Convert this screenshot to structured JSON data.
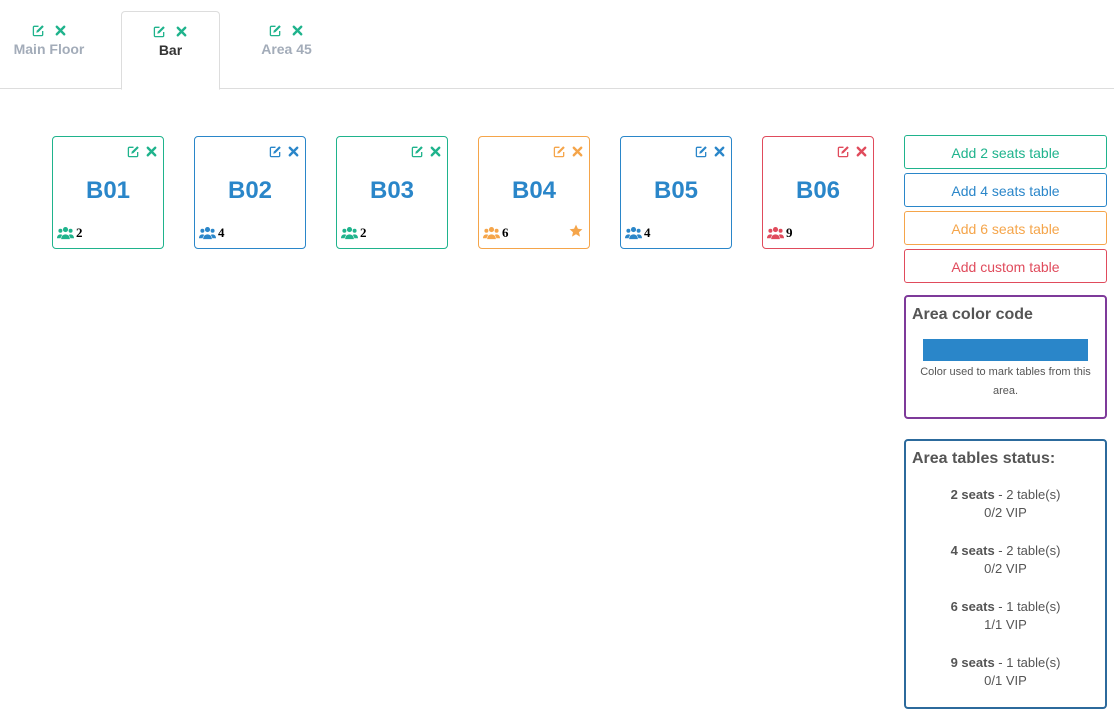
{
  "tabs": [
    {
      "label": "Main Floor",
      "active": false
    },
    {
      "label": "Bar",
      "active": true
    },
    {
      "label": "Area 45",
      "active": false
    }
  ],
  "colors": {
    "green": "#1fb38c",
    "blue": "#2a86c9",
    "orange": "#f5a54a",
    "red": "#e04b5c",
    "purple": "#7e3a9a",
    "navy": "#2c6a9c",
    "tab_border": "#dddddd",
    "area_color": "#2a86c9"
  },
  "tables": [
    {
      "name": "B01",
      "seats": "2",
      "color": "green",
      "vip": false
    },
    {
      "name": "B02",
      "seats": "4",
      "color": "blue",
      "vip": false
    },
    {
      "name": "B03",
      "seats": "2",
      "color": "green",
      "vip": false
    },
    {
      "name": "B04",
      "seats": "6",
      "color": "orange",
      "vip": true
    },
    {
      "name": "B05",
      "seats": "4",
      "color": "blue",
      "vip": false
    },
    {
      "name": "B06",
      "seats": "9",
      "color": "red",
      "vip": false
    }
  ],
  "icons": {
    "edit": "edit-icon",
    "delete": "close-icon",
    "seats": "users-icon",
    "vip": "star-icon"
  },
  "buttons": {
    "add_2": "Add 2 seats table",
    "add_4": "Add 4 seats table",
    "add_6": "Add 6 seats table",
    "add_custom": "Add custom table"
  },
  "area_color": {
    "title": "Area color code",
    "help": "Color used to mark tables from this area."
  },
  "area_status": {
    "title": "Area tables status:",
    "items": [
      {
        "seats": "2 seats",
        "tables": " - 2 table(s)",
        "vip": "0/2 VIP"
      },
      {
        "seats": "4 seats",
        "tables": " - 2 table(s)",
        "vip": "0/2 VIP"
      },
      {
        "seats": "6 seats",
        "tables": " - 1 table(s)",
        "vip": "1/1 VIP"
      },
      {
        "seats": "9 seats",
        "tables": " - 1 table(s)",
        "vip": "0/1 VIP"
      }
    ]
  }
}
